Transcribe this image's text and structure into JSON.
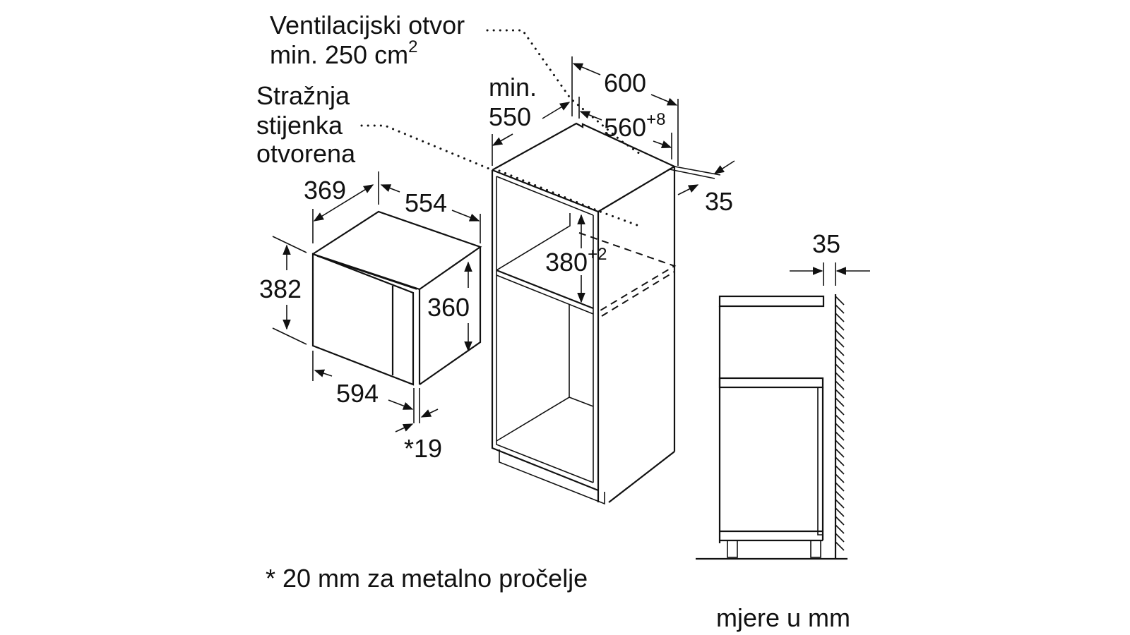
{
  "diagram": {
    "title": "Built-in microwave installation dimensions",
    "accent_color": "#111111",
    "background_color": "#ffffff"
  },
  "labels": {
    "vent_line1": "Ventilacijski otvor",
    "vent_line2": "min. 250 cm",
    "vent_sup": "2",
    "back_line1": "Stražnja",
    "back_line2": "stijenka",
    "back_line3": "otvorena",
    "footnote": "* 20 mm za metalno pročelje",
    "units": "mjere u mm"
  },
  "appliance_dimensions": {
    "depth": "369",
    "width_body": "554",
    "height_total": "382",
    "height_body": "360",
    "width_front": "594",
    "front_thickness": "*19"
  },
  "cabinet_dimensions": {
    "min_label": "min.",
    "min_depth": "550",
    "outer_width": "600",
    "inner_width": "560",
    "inner_width_tol": "+8",
    "niche_height": "380",
    "niche_height_tol": "+2",
    "rear_gap": "35"
  },
  "side_view": {
    "rear_gap": "35"
  }
}
